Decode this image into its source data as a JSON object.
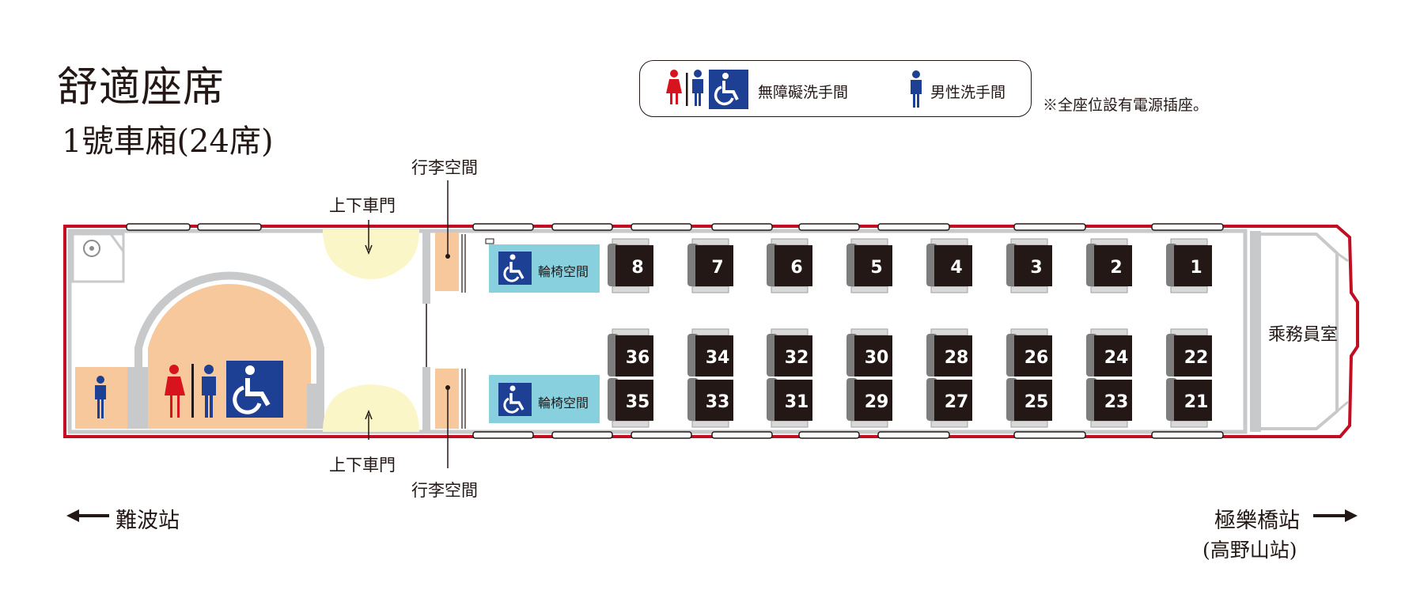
{
  "header": {
    "title": "舒適座席",
    "subtitle": "1號車廂(24席)"
  },
  "legend": {
    "accessible_toilet": "無障礙洗手間",
    "men_toilet": "男性洗手間"
  },
  "note": "※全座位設有電源插座。",
  "labels": {
    "door_top": "上下車門",
    "door_bottom": "上下車門",
    "luggage_top": "行李空間",
    "luggage_bottom": "行李空間",
    "wheelchair_top": "輪椅空間",
    "wheelchair_bottom": "輪椅空間",
    "crew_room": "乘務員室"
  },
  "directions": {
    "left": "難波站",
    "right": "極樂橋站",
    "right_sub": "(高野山站)"
  },
  "seats": {
    "top_row": [
      "8",
      "7",
      "6",
      "5",
      "4",
      "3",
      "2",
      "1"
    ],
    "upper_middle_row": [
      "36",
      "34",
      "32",
      "30",
      "28",
      "26",
      "24",
      "22"
    ],
    "lower_middle_row": [
      "35",
      "33",
      "31",
      "29",
      "27",
      "25",
      "23",
      "21"
    ]
  },
  "colors": {
    "car_outline": "#c30d23",
    "toilet_area": "#f6c89c",
    "door_area": "#fbf6c8",
    "wheelchair_area": "#88d0de",
    "accessible_sign": "#1d3f94",
    "female_icon": "#d7141e",
    "male_icon": "#1d3f94",
    "seat": "#231815",
    "wall": "#c8c9ca"
  },
  "icons": [
    "female-icon",
    "male-icon",
    "wheelchair-icon",
    "arrow-left-icon",
    "arrow-right-icon",
    "sink-icon"
  ]
}
